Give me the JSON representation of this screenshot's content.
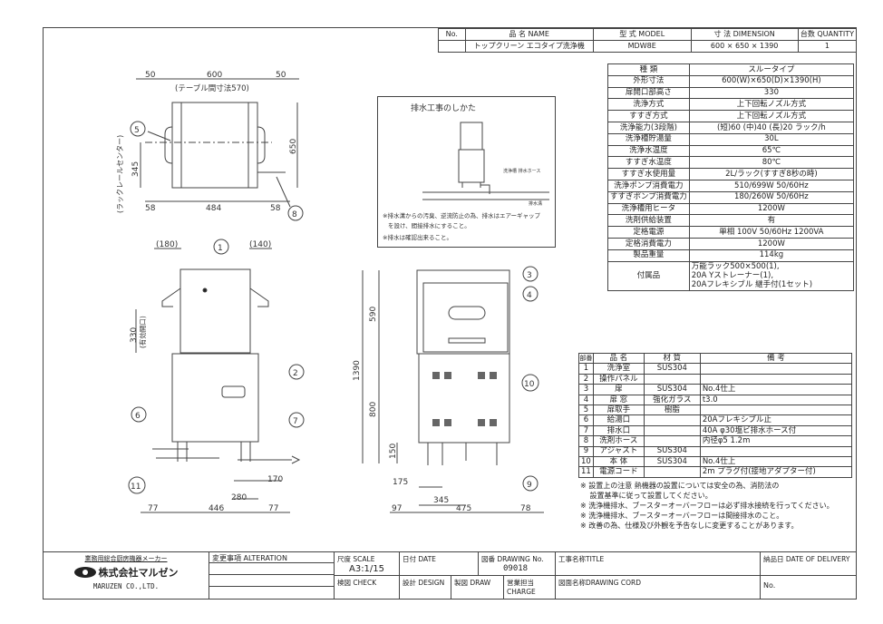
{
  "header": {
    "cols": [
      "No.",
      "品 名 NAME",
      "型 式 MODEL",
      "寸 法 DIMENSION",
      "台数 QUANTITY"
    ],
    "row": [
      "",
      "トップクリーン エコタイプ洗浄機",
      "MDW8E",
      "600 × 650 × 1390",
      "1"
    ]
  },
  "spec": [
    [
      "種 類",
      "スルータイプ"
    ],
    [
      "外形寸法",
      "600(W)×650(D)×1390(H)"
    ],
    [
      "扉開口部高さ",
      "330"
    ],
    [
      "洗浄方式",
      "上下回転ノズル方式"
    ],
    [
      "すすぎ方式",
      "上下回転ノズル方式"
    ],
    [
      "洗浄能力(3段階)",
      "(短)60 (中)40 (長)20 ラック/h"
    ],
    [
      "洗浄槽貯湯量",
      "30L"
    ],
    [
      "洗浄水温度",
      "65℃"
    ],
    [
      "すすぎ水温度",
      "80℃"
    ],
    [
      "すすぎ水使用量",
      "2L/ラック(すすぎ8秒の時)"
    ],
    [
      "洗浄ポンプ消費電力",
      "510/699W 50/60Hz"
    ],
    [
      "すすぎポンプ消費電力",
      "180/260W 50/60Hz"
    ],
    [
      "洗浄槽用ヒータ",
      "1200W"
    ],
    [
      "洗剤供給装置",
      "有"
    ],
    [
      "定格電源",
      "単相 100V 50/60Hz 1200VA"
    ],
    [
      "定格消費電力",
      "1200W"
    ],
    [
      "製品重量",
      "114kg"
    ]
  ],
  "accessories": {
    "label": "付属品",
    "lines": [
      "万能ラック500×500(1),",
      "20A Yストレーナー(1),",
      "20Aフレキシブル 継手付(1セット)"
    ]
  },
  "drainage": {
    "title": "排水工事のしかた",
    "hose_label": "洗浄槽 排水ホース",
    "trench_label": "排水溝",
    "notes": [
      "※排水溝からの汚臭、逆流防止の為、排水はエアーギャップ",
      "を設け、間接排水にすること。",
      "※排水は確認出来ること。"
    ]
  },
  "parts_header": [
    "部番",
    "品 名",
    "材 質",
    "備 考"
  ],
  "parts": [
    [
      "1",
      "洗浄室",
      "SUS304",
      ""
    ],
    [
      "2",
      "操作パネル",
      "",
      ""
    ],
    [
      "3",
      "扉",
      "SUS304",
      "No.4仕上"
    ],
    [
      "4",
      "扉 窓",
      "強化ガラス",
      "t3.0"
    ],
    [
      "5",
      "扉取手",
      "樹脂",
      ""
    ],
    [
      "6",
      "給湯口",
      "",
      "20Aフレキシブル止"
    ],
    [
      "7",
      "排水口",
      "",
      "40A φ30塩ビ排水ホース付"
    ],
    [
      "8",
      "洗剤ホース",
      "",
      "内径φ5 1.2m"
    ],
    [
      "9",
      "アジャスト",
      "SUS304",
      ""
    ],
    [
      "10",
      "本 体",
      "SUS304",
      "No.4仕上"
    ],
    [
      "11",
      "電源コード",
      "",
      "2m プラグ付(接地アダプター付)"
    ]
  ],
  "notes": [
    "※ 設置上の注意 熱機器の設置については安全の為、消防法の",
    "　 設置基準に従って設置してください。",
    "※ 洗浄機排水、ブースターオーバーフローは必ず排水接続を行ってください。",
    "※ 洗浄機排水、ブースターオーバーフローは間接排水のこと。",
    "※ 改善の為、仕様及び外観を予告なしに変更することがあります。"
  ],
  "top_view": {
    "dims": [
      "50",
      "600",
      "50",
      "(テーブル間寸法570)",
      "650",
      "345",
      "(ラックレールセンター)",
      "58",
      "484",
      "58"
    ],
    "balloons": [
      "5",
      "8"
    ]
  },
  "front_view": {
    "dims": [
      "(180)",
      "(140)",
      "330",
      "(有効開口)",
      "170",
      "280",
      "77",
      "446",
      "77"
    ],
    "balloons": [
      "1",
      "2",
      "6",
      "7",
      "11"
    ]
  },
  "side_view": {
    "dims": [
      "1390",
      "590",
      "800",
      "150",
      "175",
      "345",
      "97",
      "475",
      "78"
    ],
    "balloons": [
      "3",
      "4",
      "10",
      "9"
    ]
  },
  "title_block": {
    "maker_caption": "業務用総合厨房機器メーカー",
    "company": "株式会社マルゼン",
    "company_en": "MARUZEN CO.,LTD.",
    "alteration": "変更事項 ALTERATION",
    "scale_label": "尺度 SCALE",
    "scale": "A3:1/15",
    "date_label": "日付 DATE",
    "check_label": "検図 CHECK",
    "design_label": "設計 DESIGN",
    "draw_label": "製図 DRAW",
    "drawing_no_label": "図番 DRAWING No.",
    "drawing_no": "09018",
    "charge_label": "営業担当CHARGE",
    "title_label": "工事名称TITLE",
    "cord_label": "図面名称DRAWING CORD",
    "delivery_label": "納品日 DATE OF DELIVERY",
    "no_label": "No."
  }
}
